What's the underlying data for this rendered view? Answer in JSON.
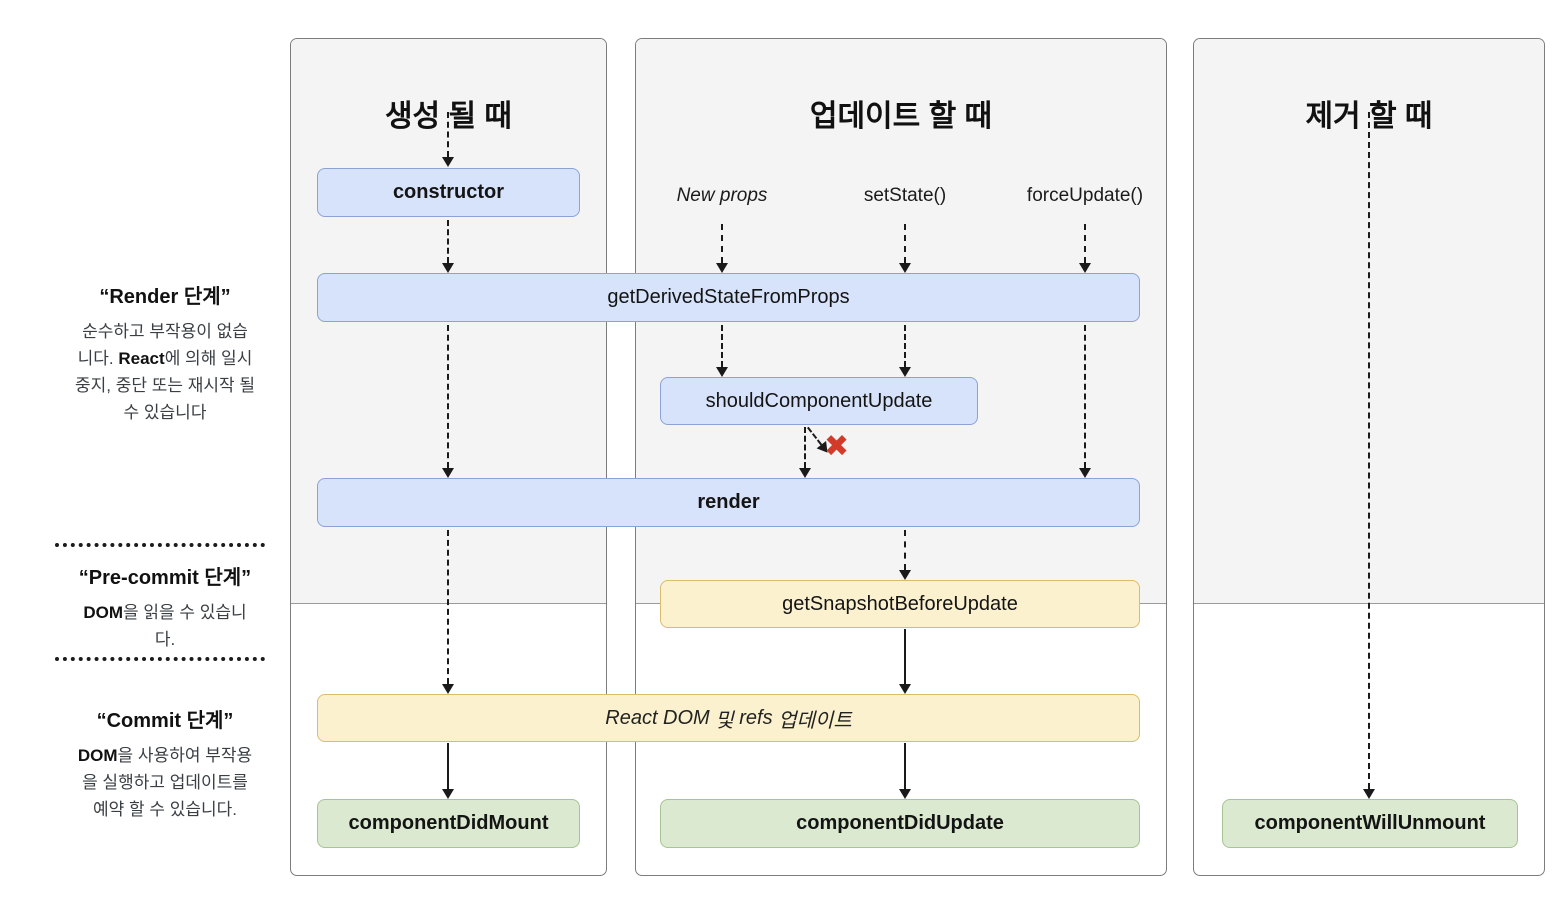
{
  "columns": [
    {
      "title": "생성 될 때"
    },
    {
      "title": "업데이트 할 때"
    },
    {
      "title": "제거 할 때"
    }
  ],
  "triggers": {
    "new_props": "New props",
    "set_state": "setState()",
    "force_update": "forceUpdate()"
  },
  "boxes": {
    "constructor": "constructor",
    "get_derived_state_from_props": "getDerivedStateFromProps",
    "should_component_update": "shouldComponentUpdate",
    "render": "render",
    "get_snapshot_before_update": "getSnapshotBeforeUpdate",
    "react_dom_update": {
      "p1": "React DOM",
      "p2": " 및 ",
      "p3": "refs",
      "p4": " 업데이트"
    },
    "component_did_mount": "componentDidMount",
    "component_did_update": "componentDidUpdate",
    "component_will_unmount": "componentWillUnmount"
  },
  "phase_labels": {
    "render": {
      "title": "“Render 단계”",
      "desc_pre": "순수하고 부작용이 없습\n니다. ",
      "desc_bold": "React",
      "desc_post": "에 의해 일시\n중지, 중단 또는 재시작 될\n수 있습니다"
    },
    "precommit": {
      "title": "“Pre-commit 단계”",
      "desc_bold": "DOM",
      "desc_post": "을 읽을 수 있습니\n다."
    },
    "commit": {
      "title": "“Commit 단계”",
      "desc_bold": "DOM",
      "desc_post": "을 사용하여 부작용\n을 실행하고 업데이트를\n예약 할 수 있습니다."
    }
  },
  "icons": {
    "skip_update_x": "✖"
  },
  "colors": {
    "box_blue": "#d7e3fb",
    "box_blue_border": "#8aa2d4",
    "box_yellow": "#fbf1cf",
    "box_yellow_border": "#d9bd6e",
    "box_green": "#dbe9d1",
    "box_green_border": "#a6c494",
    "phase_shade": "#f4f4f4",
    "x_red": "#d23a2a"
  }
}
